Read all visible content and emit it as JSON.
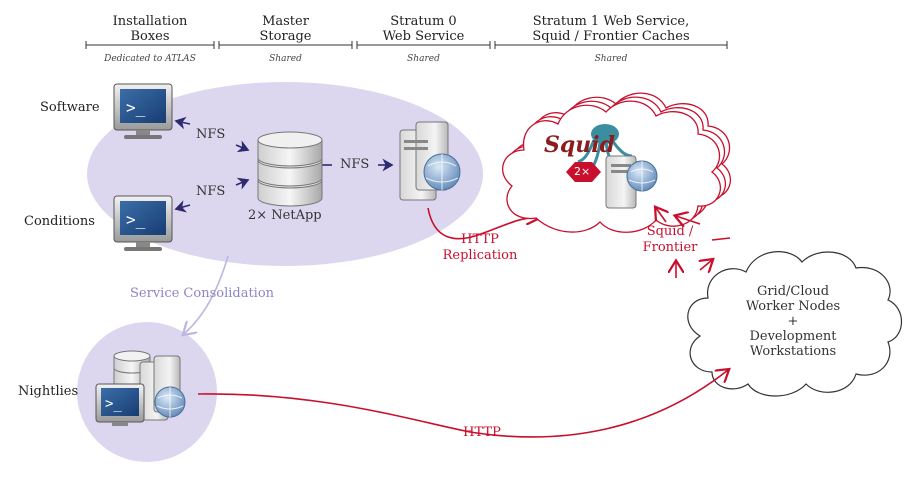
{
  "headers": [
    {
      "title_line1": "Installation",
      "title_line2": "Boxes",
      "sub": "Dedicated to ATLAS"
    },
    {
      "title_line1": "Master",
      "title_line2": "Storage",
      "sub": "Shared"
    },
    {
      "title_line1": "Stratum 0",
      "title_line2": "Web Service",
      "sub": "Shared"
    },
    {
      "title_line1": "Stratum 1 Web Service,",
      "title_line2": "Squid / Frontier Caches",
      "sub": "Shared"
    }
  ],
  "row_labels": {
    "software": "Software",
    "conditions": "Conditions",
    "nightlies": "Nightlies"
  },
  "links": {
    "nfs_top": "NFS",
    "nfs_bottom": "NFS",
    "nfs_right": "NFS",
    "netapp": "2× NetApp",
    "http_replication_1": "HTTP",
    "http_replication_2": "Replication",
    "squid_frontier_1": "Squid /",
    "squid_frontier_2": "Frontier",
    "http_bottom": "HTTP",
    "service_consolidation": "Service Consolidation"
  },
  "squid": {
    "logo_text": "Squid",
    "count": "2×"
  },
  "cloud": {
    "line1": "Grid/Cloud",
    "line2": "Worker Nodes",
    "line3": "+",
    "line4": "Development",
    "line5": "Workstations"
  },
  "colors": {
    "lavender": "#ddd6ef",
    "red": "#c8102e",
    "navy": "#2e2a6e",
    "lavender_line": "#bdb6e2"
  }
}
